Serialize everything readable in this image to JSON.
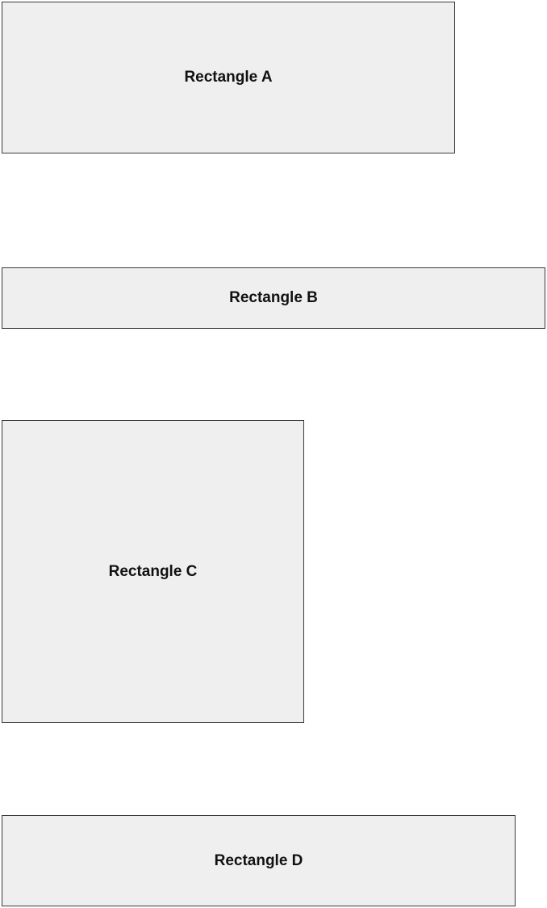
{
  "diagram": {
    "rectangles": [
      {
        "id": "A",
        "label": "Rectangle A"
      },
      {
        "id": "B",
        "label": "Rectangle B"
      },
      {
        "id": "C",
        "label": "Rectangle C"
      },
      {
        "id": "D",
        "label": "Rectangle D"
      }
    ],
    "colors": {
      "fill": "#efefef",
      "border": "#3a3a3a",
      "text": "#111111",
      "background": "#ffffff"
    }
  }
}
